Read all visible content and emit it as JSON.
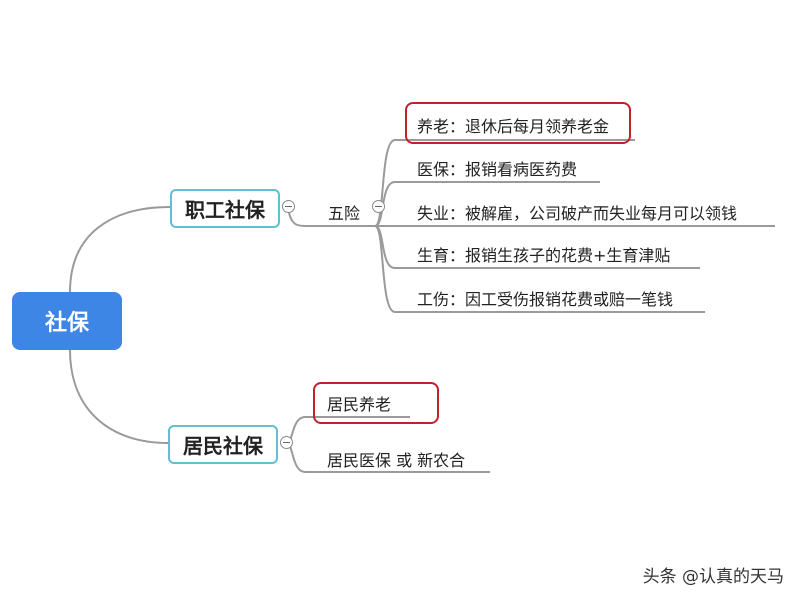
{
  "root": {
    "label": "社保"
  },
  "branches": [
    {
      "label": "职工社保",
      "sub": {
        "label": "五险",
        "items": [
          {
            "label": "养老：退休后每月领养老金",
            "highlighted": true
          },
          {
            "label": "医保：报销看病医药费"
          },
          {
            "label": "失业：被解雇，公司破产而失业每月可以领钱"
          },
          {
            "label": "生育：报销生孩子的花费+生育津贴"
          },
          {
            "label": "工伤：因工受伤报销花费或赔一笔钱"
          }
        ]
      }
    },
    {
      "label": "居民社保",
      "items": [
        {
          "label": "居民养老",
          "highlighted": true
        },
        {
          "label": "居民医保 或 新农合"
        }
      ]
    }
  ],
  "watermark": "头条 @认真的天马",
  "colors": {
    "root": "#3d86e6",
    "branch_border": "#62bfcf",
    "highlight": "#c0212b",
    "line": "#999999"
  }
}
